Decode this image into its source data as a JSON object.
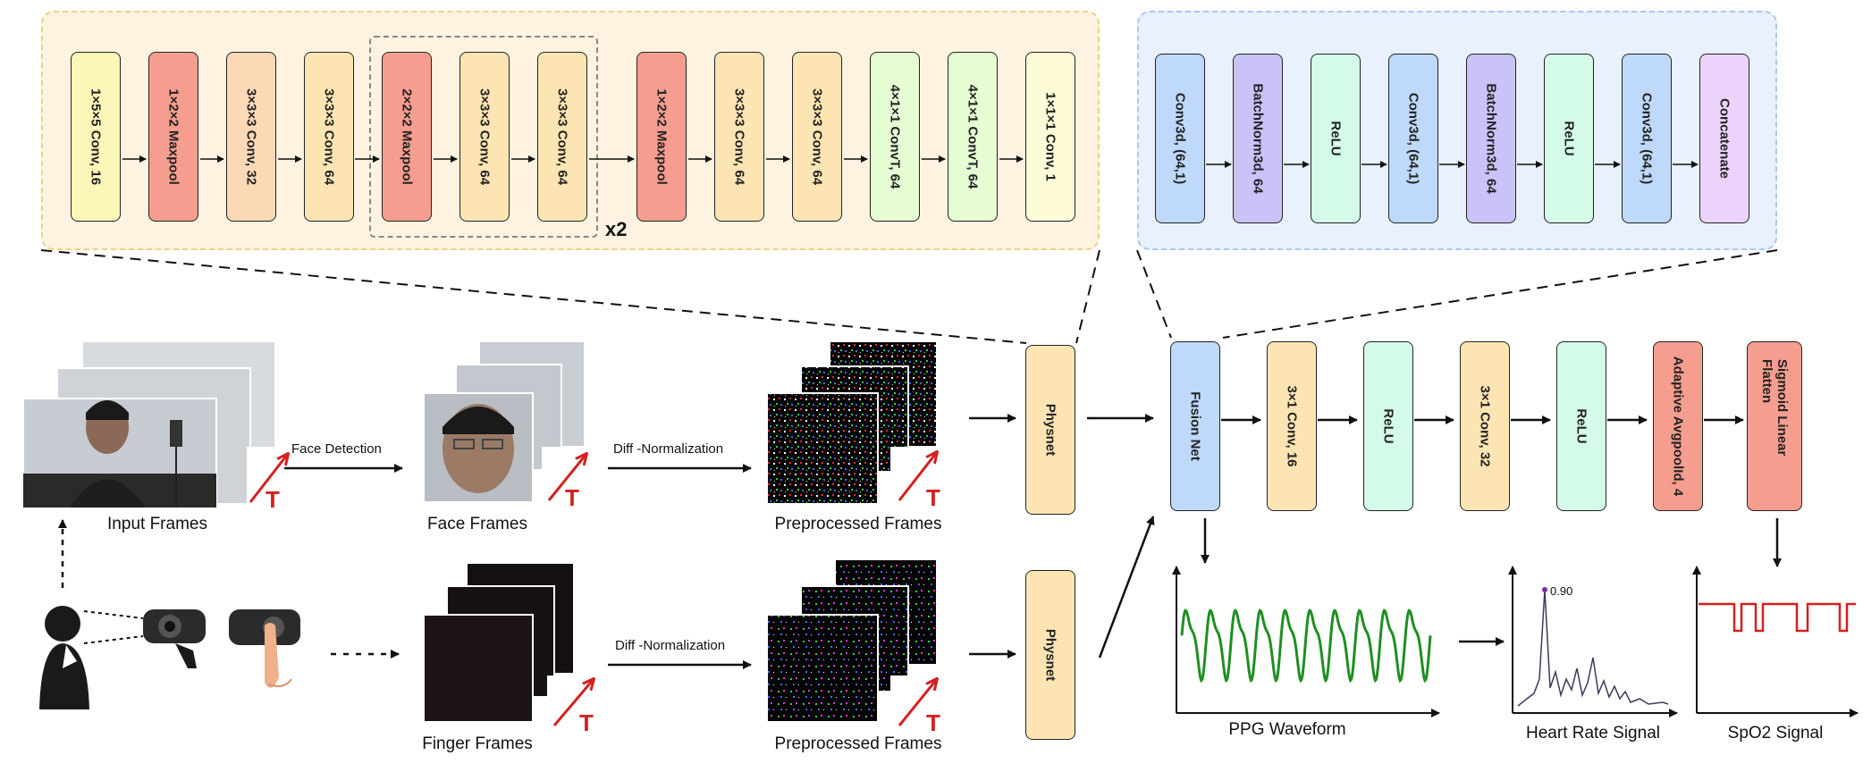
{
  "colors": {
    "conv": "#fde5b3",
    "pool": "#f59e8f",
    "convT": "#e6fcd3",
    "conv_first": "#fbf7b8",
    "conv_last": "#fdfbd8",
    "fusion_conv": "#bfd9fb",
    "batchnorm": "#c9c3fa",
    "relu": "#d3fbe7",
    "concat": "#ecd3fb",
    "panel_physnet": "#fdf3e0",
    "panel_fusion": "#e8f1fd",
    "arrow_red": "#d42020",
    "ppg_green": "#1f8f22"
  },
  "physnet_layers": [
    "1×5×5 Conv, 16",
    "1×2×2 Maxpool",
    "3×3×3 Conv, 32",
    "3×3×3 Conv, 64",
    "2×2×2 Maxpool",
    "3×3×3 Conv, 64",
    "3×3×3 Conv, 64",
    "1×2×2 Maxpool",
    "3×3×3 Conv, 64",
    "3×3×3 Conv, 64",
    "4×1×1 ConvT, 64",
    "4×1×1 ConvT, 64",
    "1×1×1 Conv, 1"
  ],
  "repeat_label": "x2",
  "fusion_layers": [
    "Conv3d, (64,1)",
    "BatchNorm3d, 64",
    "ReLU",
    "Conv3d, (64,1)",
    "BatchNorm3d, 64",
    "ReLU",
    "Conv3d, (64,1)",
    "Concatenate"
  ],
  "head_layers": [
    "Fusion Net",
    "3×1 Conv, 16",
    "ReLU",
    "3×1 Conv, 32",
    "ReLU",
    "Adaptive AvgpoolId, 4",
    "Sigmoid Linear Flatten"
  ],
  "physnet_label": "Physnet",
  "time_label": "T",
  "labels": {
    "input_frames": "Input Frames",
    "face_frames": "Face Frames",
    "preprocessed_top": "Preprocessed Frames",
    "finger_frames": "Finger Frames",
    "preprocessed_bottom": "Preprocessed Frames",
    "face_detection": "Face Detection",
    "diff_norm_top": "Diff -Normalization",
    "diff_norm_bottom": "Diff -Normalization",
    "ppg_waveform": "PPG Waveform",
    "heart_rate_signal": "Heart Rate Signal",
    "spo2_signal": "SpO2 Signal",
    "peak_value": "0.90"
  }
}
